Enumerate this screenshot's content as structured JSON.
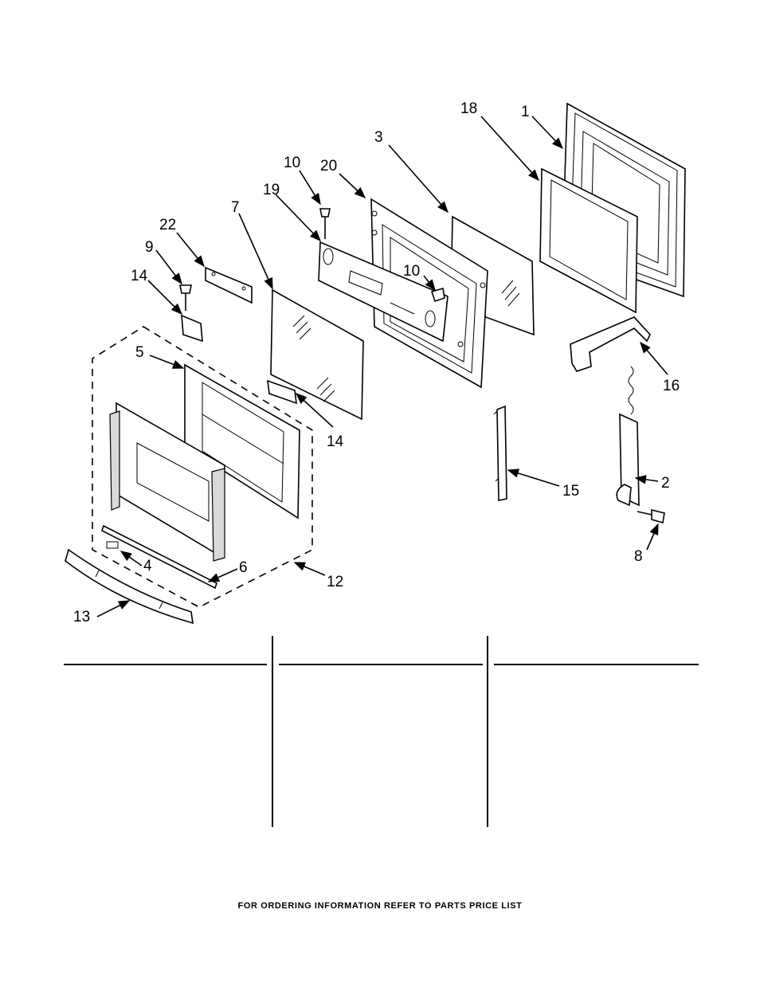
{
  "callouts": {
    "c1": "1",
    "c2": "2",
    "c3": "3",
    "c4": "4",
    "c5": "5",
    "c6": "6",
    "c7": "7",
    "c8": "8",
    "c9": "9",
    "c10a": "10",
    "c10b": "10",
    "c12": "12",
    "c13": "13",
    "c14a": "14",
    "c14b": "14",
    "c15": "15",
    "c16": "16",
    "c18": "18",
    "c19": "19",
    "c20": "20",
    "c22": "22"
  },
  "footer": "FOR ORDERING INFORMATION REFER TO PARTS PRICE LIST"
}
